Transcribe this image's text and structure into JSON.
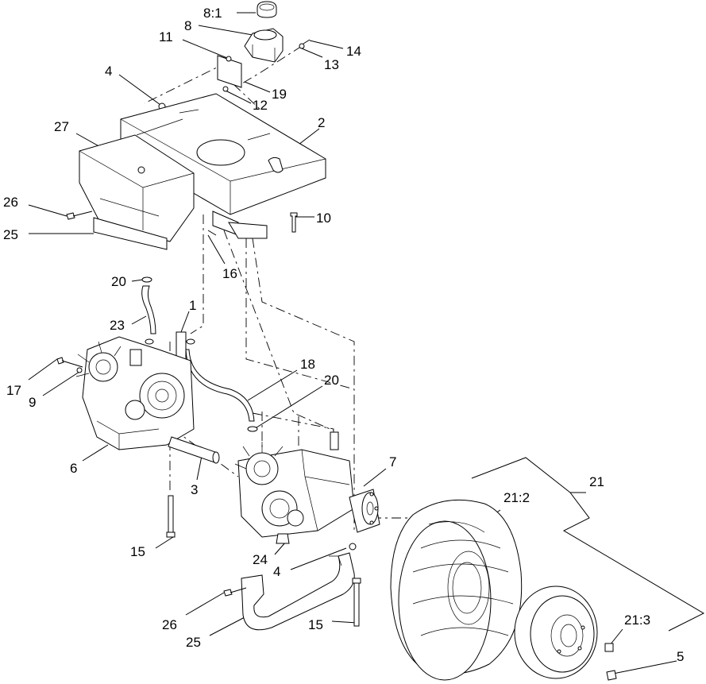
{
  "callouts": [
    {
      "id": "c8_1",
      "text": "8:1"
    },
    {
      "id": "c8",
      "text": "8"
    },
    {
      "id": "c11",
      "text": "11"
    },
    {
      "id": "c14",
      "text": "14"
    },
    {
      "id": "c13",
      "text": "13"
    },
    {
      "id": "c4a",
      "text": "4"
    },
    {
      "id": "c19",
      "text": "19"
    },
    {
      "id": "c12",
      "text": "12"
    },
    {
      "id": "c27",
      "text": "27"
    },
    {
      "id": "c2",
      "text": "2"
    },
    {
      "id": "c26a",
      "text": "26"
    },
    {
      "id": "c10",
      "text": "10"
    },
    {
      "id": "c25a",
      "text": "25"
    },
    {
      "id": "c16",
      "text": "16"
    },
    {
      "id": "c20a",
      "text": "20"
    },
    {
      "id": "c1",
      "text": "1"
    },
    {
      "id": "c23",
      "text": "23"
    },
    {
      "id": "c18",
      "text": "18"
    },
    {
      "id": "c17",
      "text": "17"
    },
    {
      "id": "c20b",
      "text": "20"
    },
    {
      "id": "c9",
      "text": "9"
    },
    {
      "id": "c7",
      "text": "7"
    },
    {
      "id": "c6",
      "text": "6"
    },
    {
      "id": "c3",
      "text": "3"
    },
    {
      "id": "c21",
      "text": "21"
    },
    {
      "id": "c21_2",
      "text": "21:2"
    },
    {
      "id": "c15a",
      "text": "15"
    },
    {
      "id": "c24",
      "text": "24"
    },
    {
      "id": "c4b",
      "text": "4"
    },
    {
      "id": "c26b",
      "text": "26"
    },
    {
      "id": "c21_3",
      "text": "21:3"
    },
    {
      "id": "c25b",
      "text": "25"
    },
    {
      "id": "c15b",
      "text": "15"
    },
    {
      "id": "c5",
      "text": "5"
    }
  ]
}
